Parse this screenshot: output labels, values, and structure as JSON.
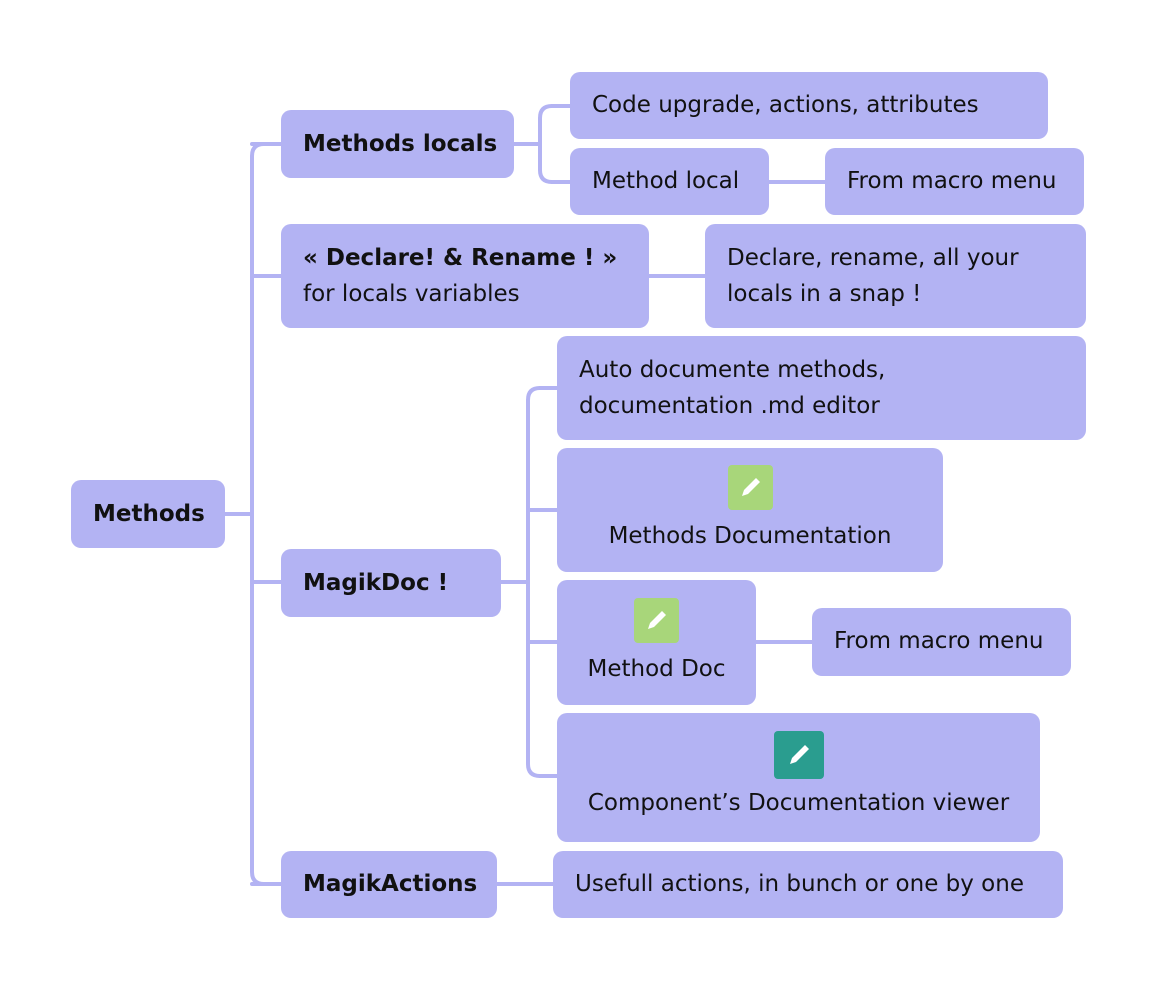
{
  "root": {
    "label": "Methods"
  },
  "branches": {
    "methods_locals": {
      "label": "Methods locals",
      "children": {
        "code_upgrade": "Code upgrade, actions, attributes",
        "method_local": "Method local",
        "method_local_detail": "From macro menu"
      }
    },
    "declare_rename": {
      "label_bold": "« Declare! & Rename ! »",
      "label_rest": "for locals variables",
      "detail_line1": "Declare, rename, all your",
      "detail_line2": "locals in a snap !"
    },
    "magikdoc": {
      "label": "MagikDoc !",
      "children": {
        "auto_doc_line1": "Auto documente methods,",
        "auto_doc_line2": "documentation .md editor",
        "methods_documentation": "Methods Documentation",
        "method_doc": "Method Doc",
        "method_doc_detail": "From macro menu",
        "component_viewer": "Component’s Documentation viewer"
      }
    },
    "magikactions": {
      "label": "MagikActions",
      "detail": "Usefull actions, in bunch or one by one"
    }
  },
  "icons": {
    "methods_documentation": {
      "name": "pencil-icon",
      "color": "#a8d67a"
    },
    "method_doc": {
      "name": "pencil-icon",
      "color": "#a8d67a"
    },
    "component_viewer": {
      "name": "pencil-icon",
      "color": "#2a9d8f"
    }
  },
  "colors": {
    "node": "#b3b3f3",
    "line": "#b3b3f3",
    "text": "#111111"
  }
}
